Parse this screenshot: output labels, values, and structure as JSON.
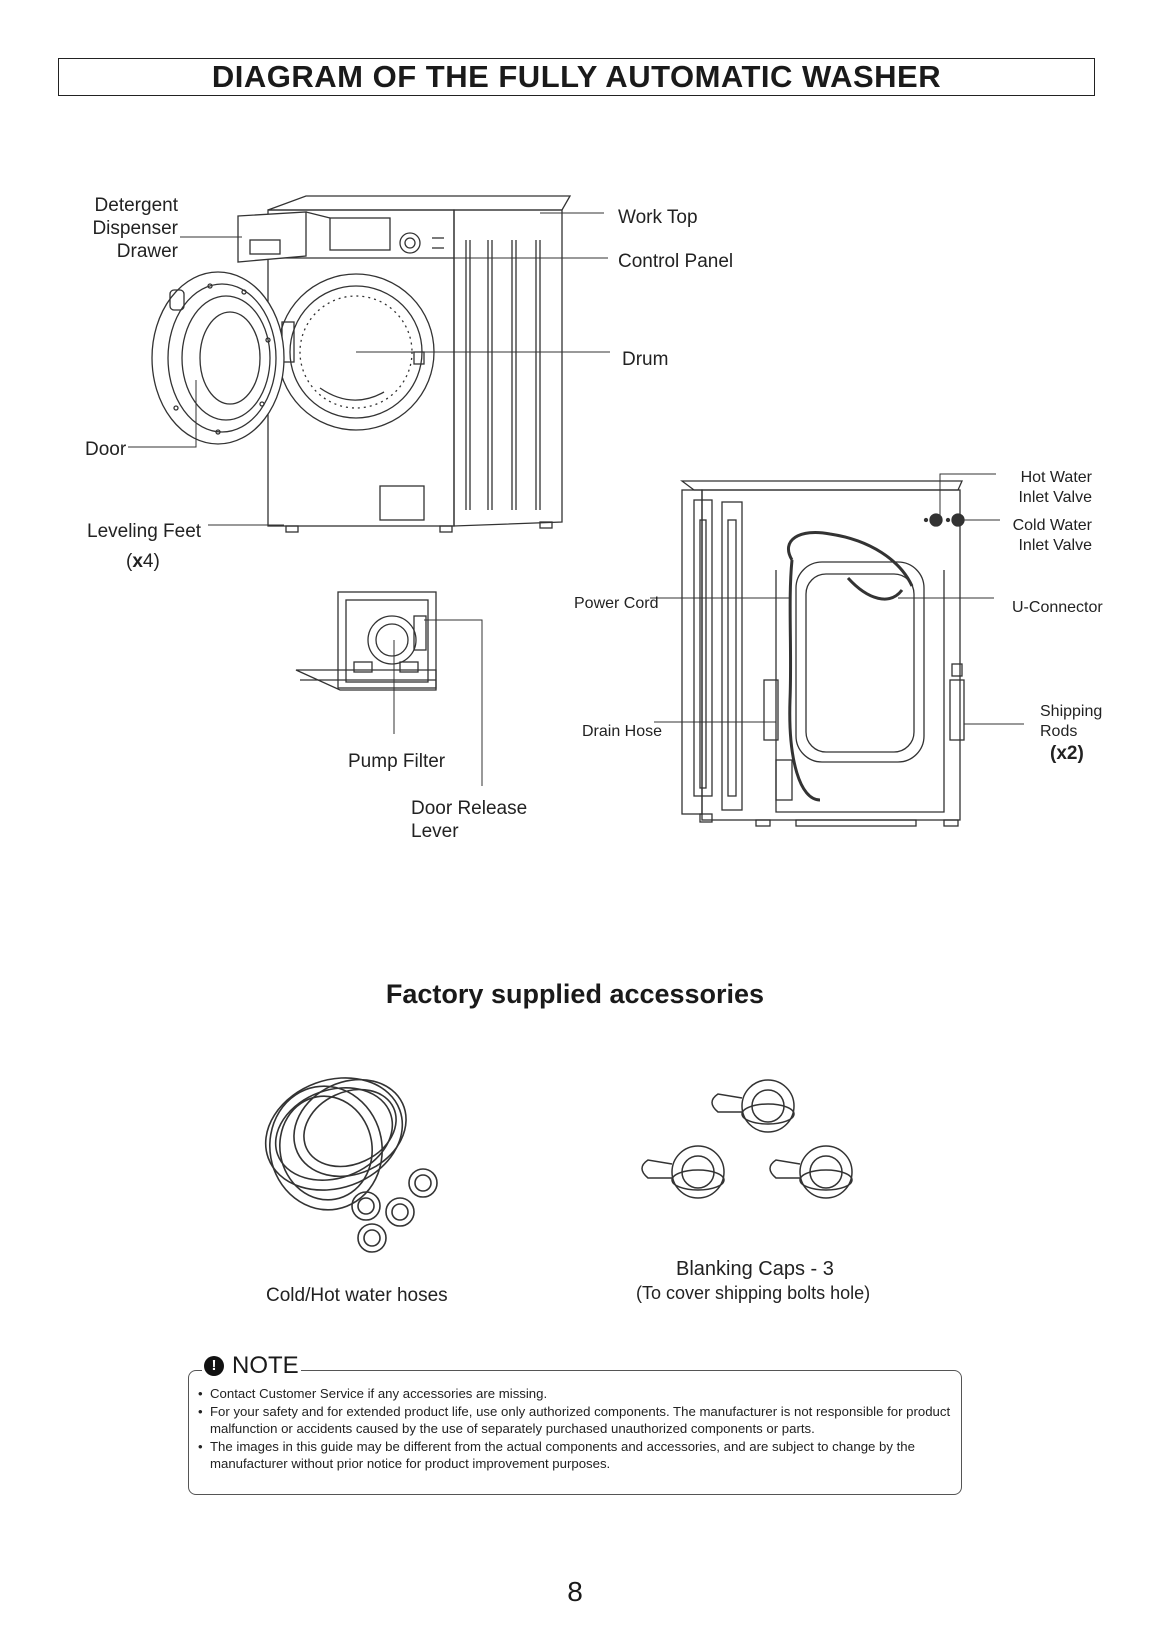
{
  "page": {
    "title": "DIAGRAM OF THE FULLY AUTOMATIC WASHER",
    "page_number": "8"
  },
  "front_labels": {
    "detergent_line1": "Detergent",
    "detergent_line2": "Dispenser",
    "detergent_line3": "Drawer",
    "work_top": "Work Top",
    "control_panel": "Control Panel",
    "drum": "Drum",
    "door": "Door",
    "leveling_feet": "Leveling Feet",
    "leveling_paren_open": "(",
    "leveling_count": "x",
    "leveling_count_num": "4",
    "leveling_paren_close": ")",
    "pump_filter": "Pump Filter",
    "door_release_line1": "Door Release",
    "door_release_line2": "Lever"
  },
  "back_labels": {
    "hot_water_line1": "Hot Water",
    "hot_water_line2": "Inlet  Valve",
    "cold_water_line1": "Cold Water",
    "cold_water_line2": "Inlet  Valve",
    "u_connector": "U-Connector",
    "power_cord": "Power Cord",
    "drain_hose": "Drain Hose",
    "shipping_line1": "Shipping",
    "shipping_line2": "Rods",
    "shipping_count": "(x2)"
  },
  "accessories": {
    "heading": "Factory supplied accessories",
    "hoses_label": "Cold/Hot water hoses",
    "caps_label": "Blanking Caps - 3",
    "caps_sub": "(To cover shipping bolts hole)"
  },
  "note": {
    "heading": "NOTE",
    "icon": "exclamation-icon",
    "items": [
      "Contact Customer Service if any accessories are missing.",
      "For your safety and for extended product life, use only authorized components. The manufacturer is not responsible for product malfunction or accidents caused by the use of separately purchased unauthorized components or parts.",
      "The images in this guide may be different from the actual components and accessories, and are subject to change by the manufacturer without prior notice for product improvement purposes."
    ]
  }
}
